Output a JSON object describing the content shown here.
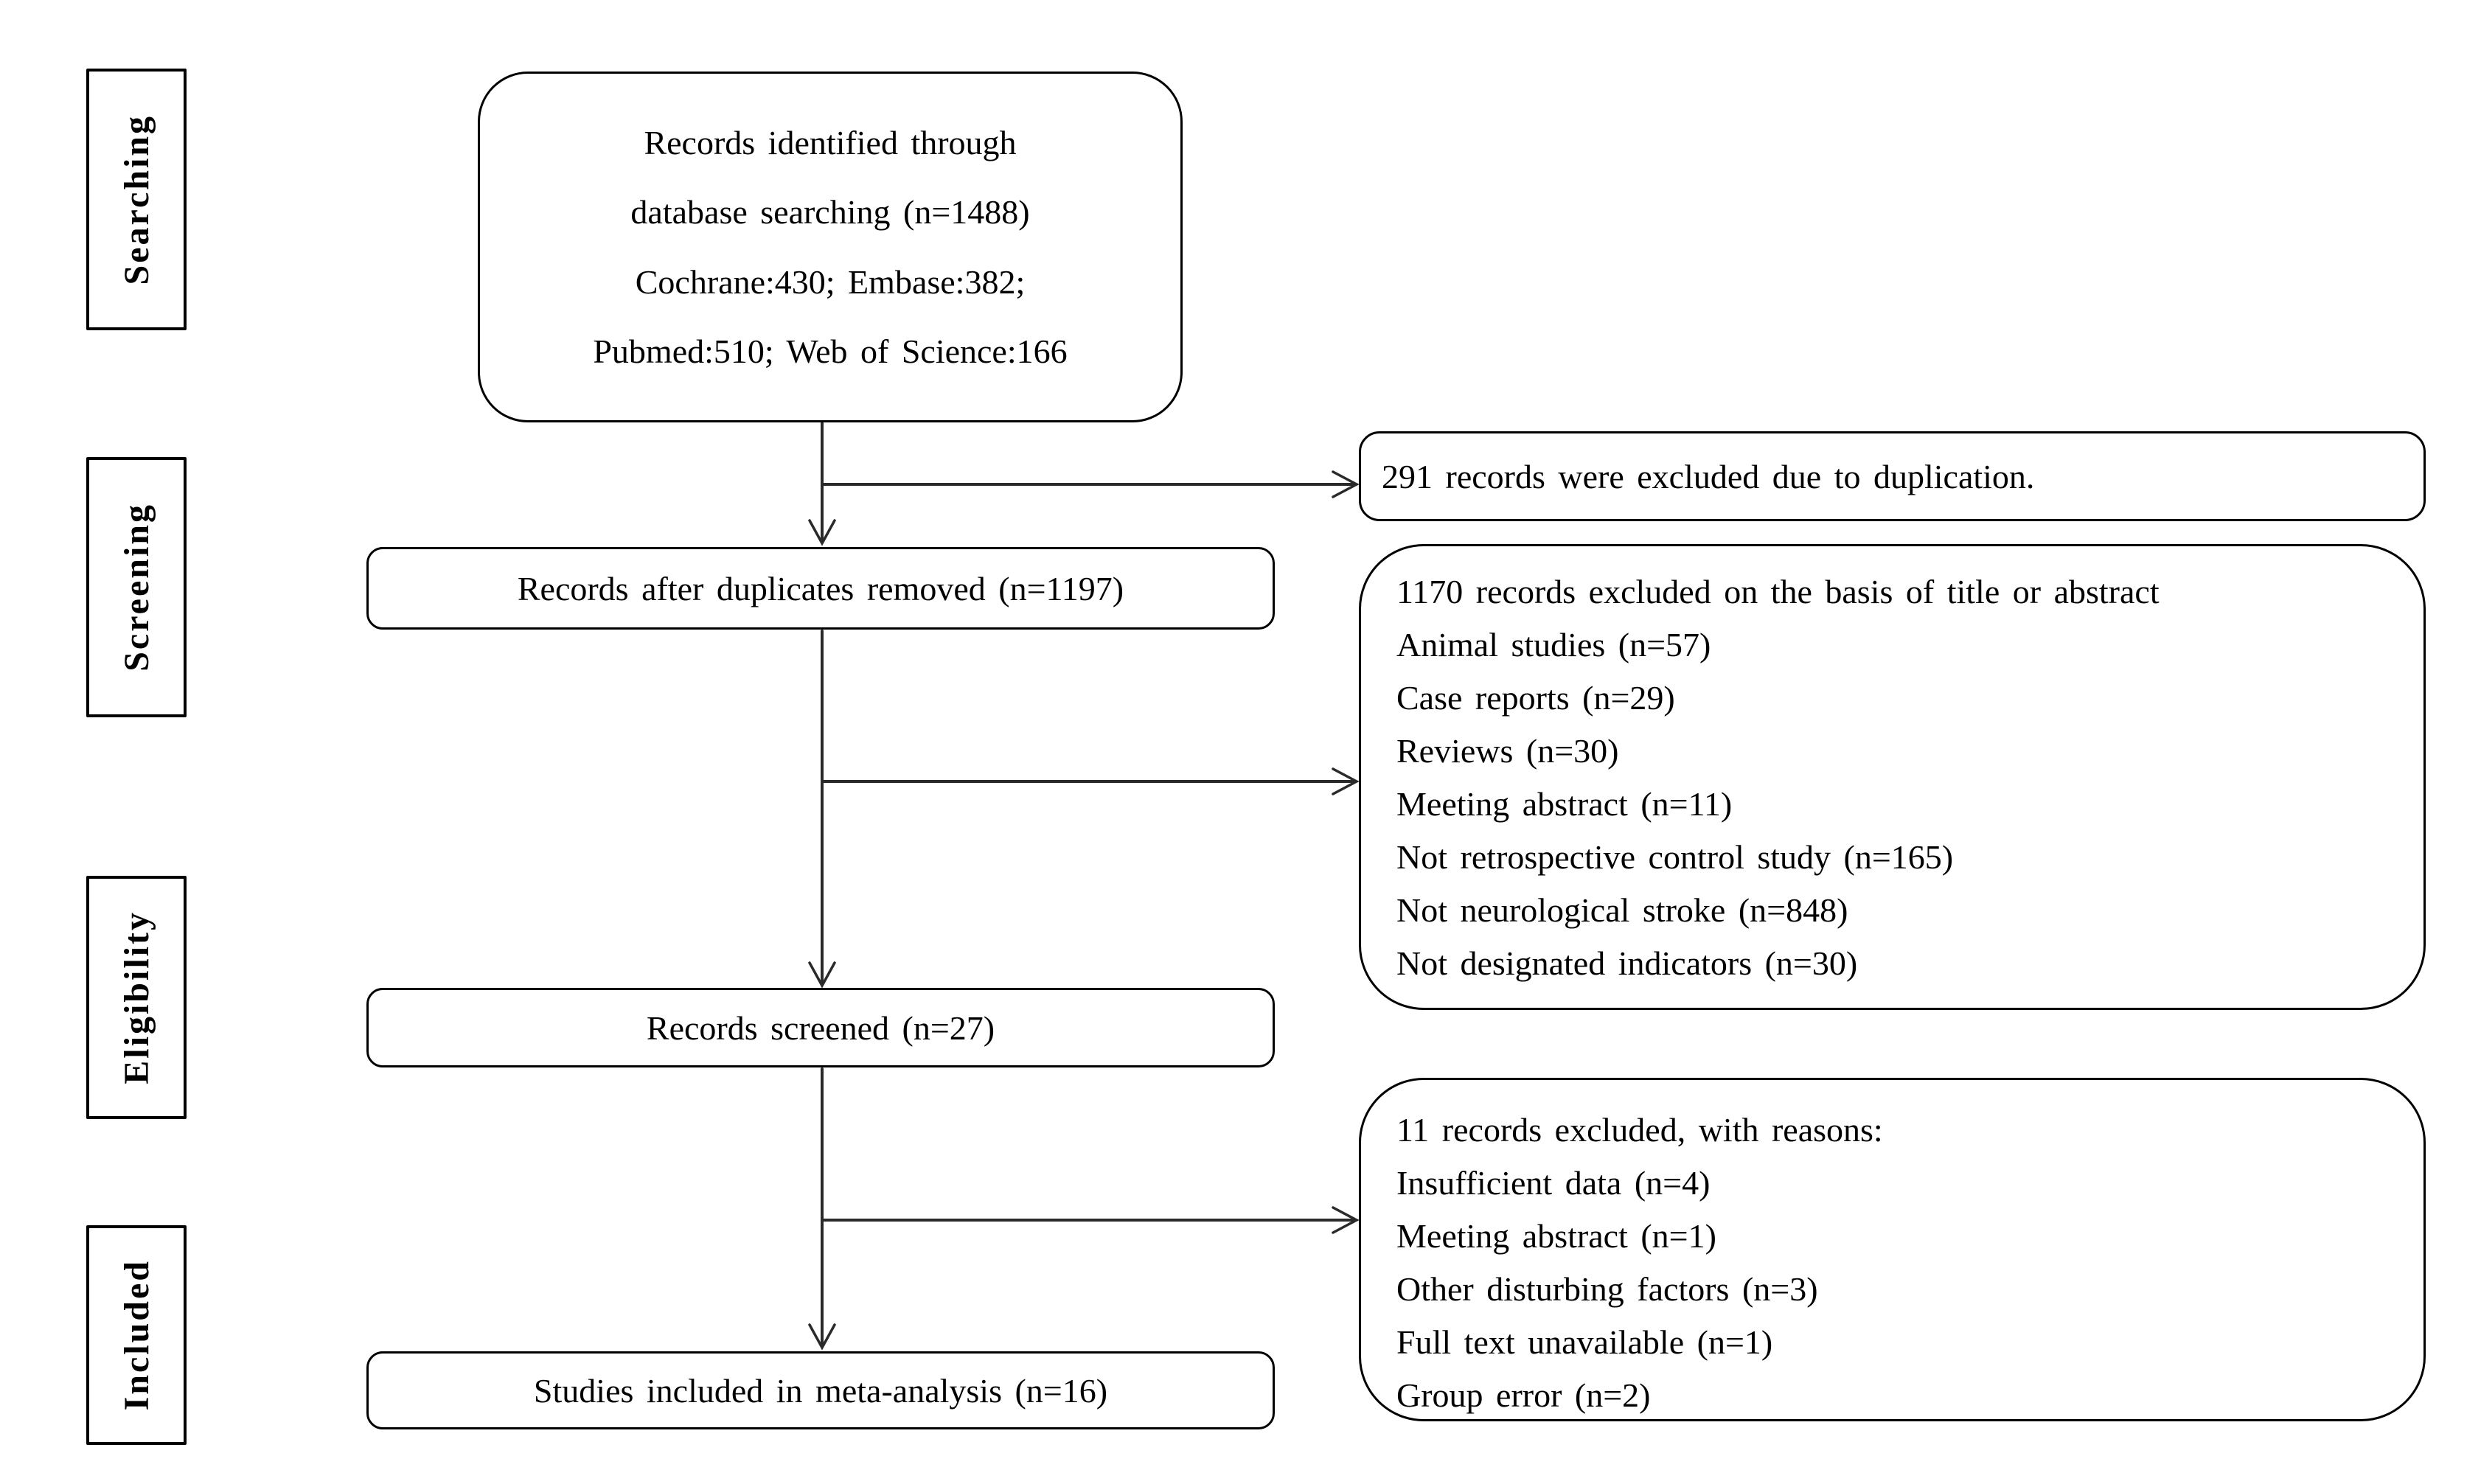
{
  "diagram": {
    "stages": [
      {
        "label": "Searching"
      },
      {
        "label": "Screening"
      },
      {
        "label": "Eligibility"
      },
      {
        "label": "Included"
      }
    ],
    "boxes": {
      "identified": {
        "lines": [
          "Records identified through",
          "database searching (n=1488)",
          "Cochrane:430; Embase:382;",
          "Pubmed:510; Web of Science:166"
        ]
      },
      "after_duplicates": {
        "text": "Records after duplicates removed (n=1197)"
      },
      "screened": {
        "text": "Records screened (n=27)"
      },
      "included": {
        "text": "Studies included in meta-analysis  (n=16)"
      },
      "excluded_duplication": {
        "text": "291 records were excluded due to duplication."
      },
      "excluded_title_abstract": {
        "lines": [
          "1170 records excluded on the basis of title or abstract",
          "Animal studies (n=57)",
          "Case reports (n=29)",
          "Reviews (n=30)",
          "Meeting abstract (n=11)",
          "Not retrospective control study (n=165)",
          "Not neurological stroke (n=848)",
          "Not designated indicators (n=30)"
        ]
      },
      "excluded_reasons": {
        "lines": [
          "11 records excluded, with reasons:",
          "Insufficient data (n=4)",
          "Meeting abstract (n=1)",
          "Other disturbing factors (n=3)",
          "Full text unavailable (n=1)",
          "Group error (n=2)"
        ]
      }
    },
    "colors": {
      "border": "#000000",
      "connector": "#2a2a2a",
      "background": "#ffffff",
      "text": "#000000"
    }
  }
}
